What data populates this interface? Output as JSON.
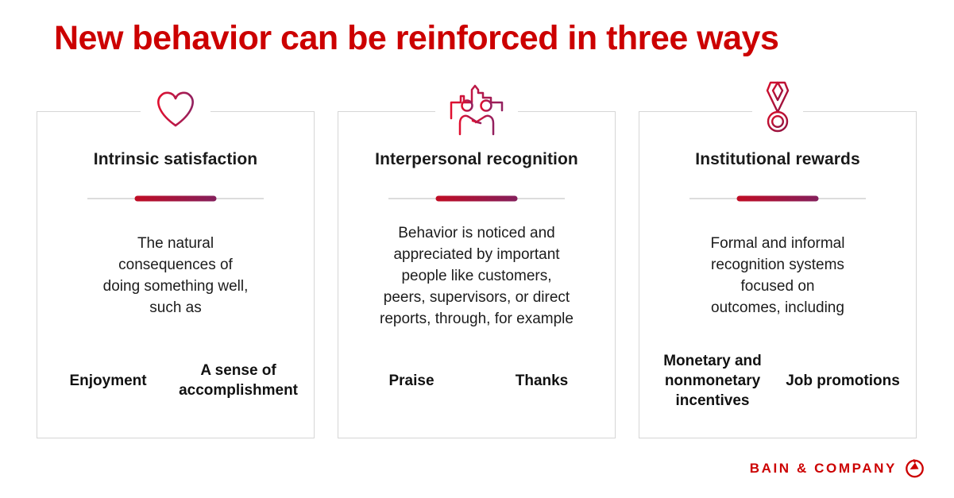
{
  "title": "New behavior can be reinforced in three ways",
  "colors": {
    "brand_red": "#cc0000",
    "divider_gradient_start": "#c00c24",
    "divider_gradient_end": "#84205c",
    "icon_gradient_start": "#e01030",
    "icon_gradient_end": "#93205f",
    "card_border": "#d6d6d6",
    "text_dark": "#1a1a1a"
  },
  "cards": [
    {
      "icon": "heart-icon",
      "heading": "Intrinsic satisfaction",
      "body": [
        "The natural",
        "consequences of",
        "doing something well,",
        "such as"
      ],
      "items": [
        "Enjoyment",
        "A sense of accomplishment"
      ]
    },
    {
      "icon": "handshake-people-icon",
      "heading": "Interpersonal recognition",
      "body": [
        "Behavior is noticed and",
        "appreciated by important",
        "people like customers,",
        "peers, supervisors, or direct",
        "reports, through, for example"
      ],
      "items": [
        "Praise",
        "Thanks"
      ]
    },
    {
      "icon": "medal-icon",
      "heading": "Institutional rewards",
      "body": [
        "Formal and informal",
        "recognition systems",
        "focused on",
        "outcomes, including"
      ],
      "items": [
        "Monetary and nonmonetary incentives",
        "Job promotions"
      ]
    }
  ],
  "footer": {
    "wordmark": "BAIN & COMPANY",
    "logo_icon": "bain-compass-icon"
  }
}
